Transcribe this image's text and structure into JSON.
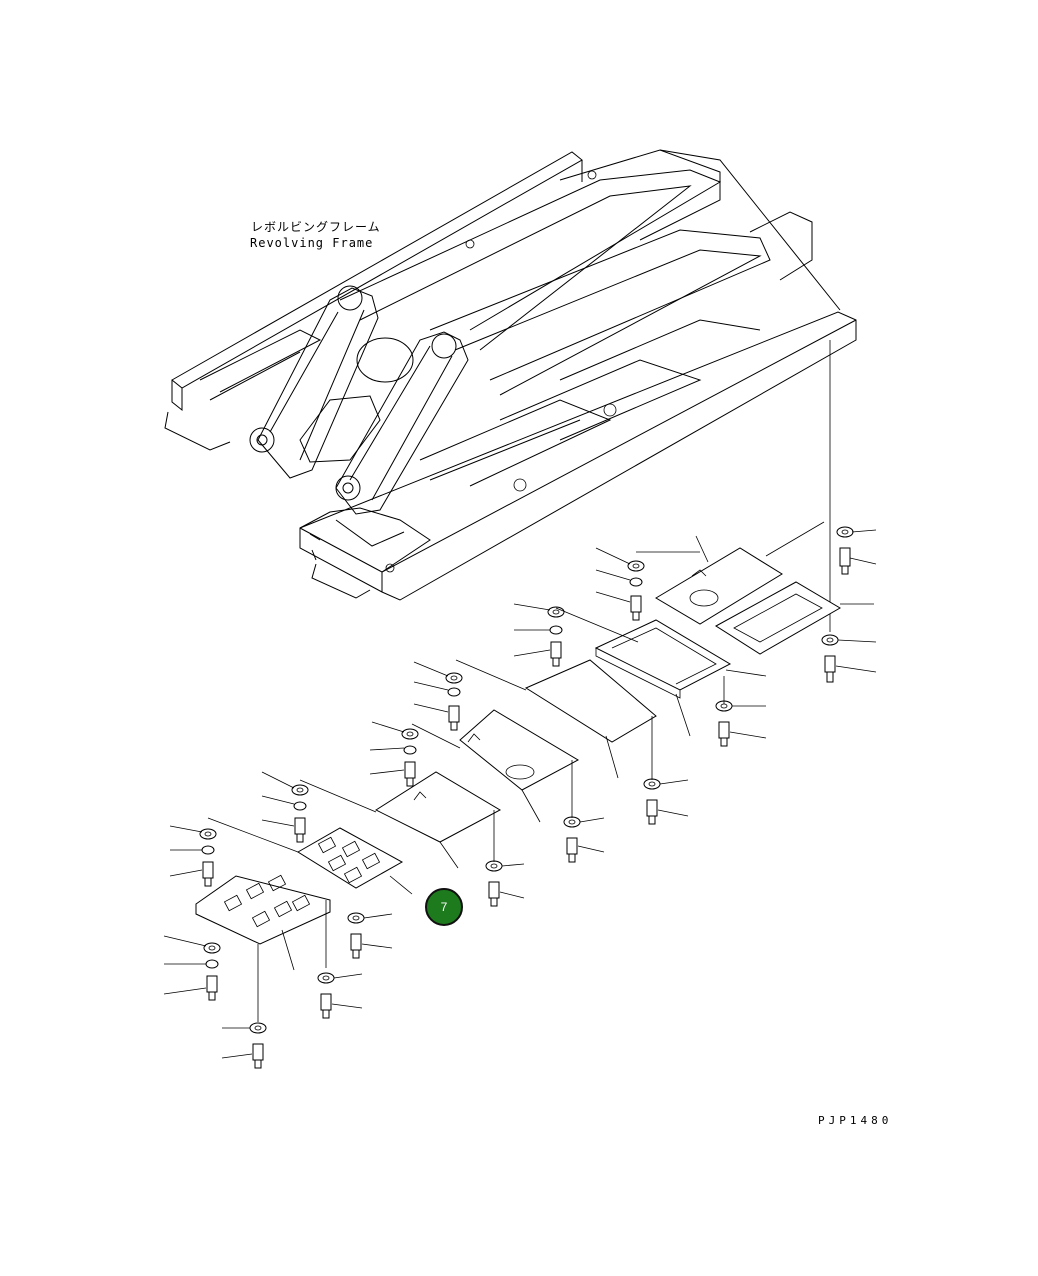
{
  "frame_label": {
    "japanese": "レボルビングフレーム",
    "english": "Revolving Frame"
  },
  "callout": {
    "number": "7",
    "color": "#1d7a1d"
  },
  "drawing_code": "PJP1480"
}
